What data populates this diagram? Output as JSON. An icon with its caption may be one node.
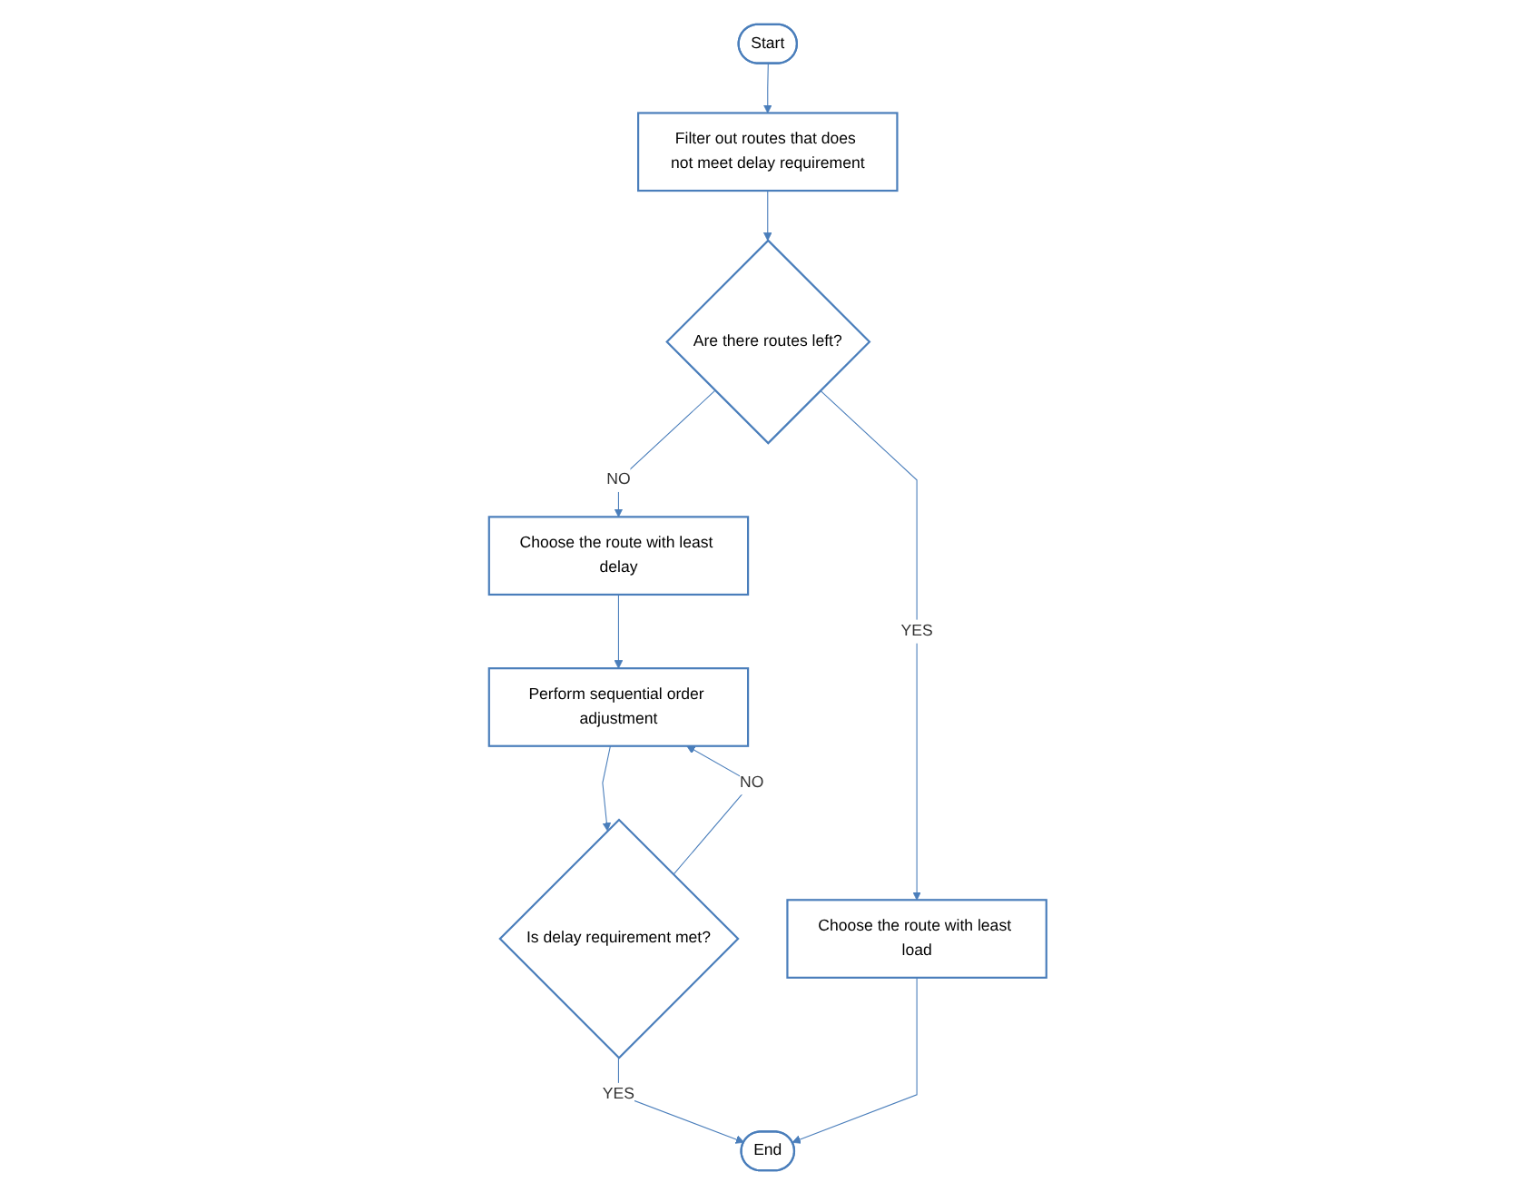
{
  "diagram": {
    "nodes": [
      {
        "text": [
          "Start"
        ]
      },
      {
        "text": [
          "Filter out routes that does not meet delay requirement"
        ]
      },
      {
        "text": [
          "Are there routes left?"
        ]
      },
      {
        "text": [
          "Choose the route with least delay"
        ]
      },
      {
        "text": [
          "Perform sequential order adjustment"
        ]
      },
      {
        "text": [
          "Is delay requirement met?"
        ]
      },
      {
        "text": [
          "Choose the route with least load"
        ]
      },
      {
        "text": [
          "End"
        ]
      }
    ],
    "edges": [
      {
        "from": 0,
        "to": 1,
        "arrow": "to"
      },
      {
        "from": 1,
        "to": 2,
        "arrow": "to"
      },
      {
        "from": 2,
        "to": 6,
        "arrow": "to",
        "label": "YES"
      },
      {
        "from": 2,
        "to": 3,
        "arrow": "to",
        "label": "NO"
      },
      {
        "from": 3,
        "to": 4,
        "arrow": "to"
      },
      {
        "from": 4,
        "to": 5,
        "arrow": "to"
      },
      {
        "from": 5,
        "to": 4,
        "arrow": "to",
        "label": "NO"
      },
      {
        "from": 5,
        "to": 7,
        "arrow": "to",
        "label": "YES"
      },
      {
        "from": 6,
        "to": 7,
        "arrow": "to"
      }
    ]
  }
}
